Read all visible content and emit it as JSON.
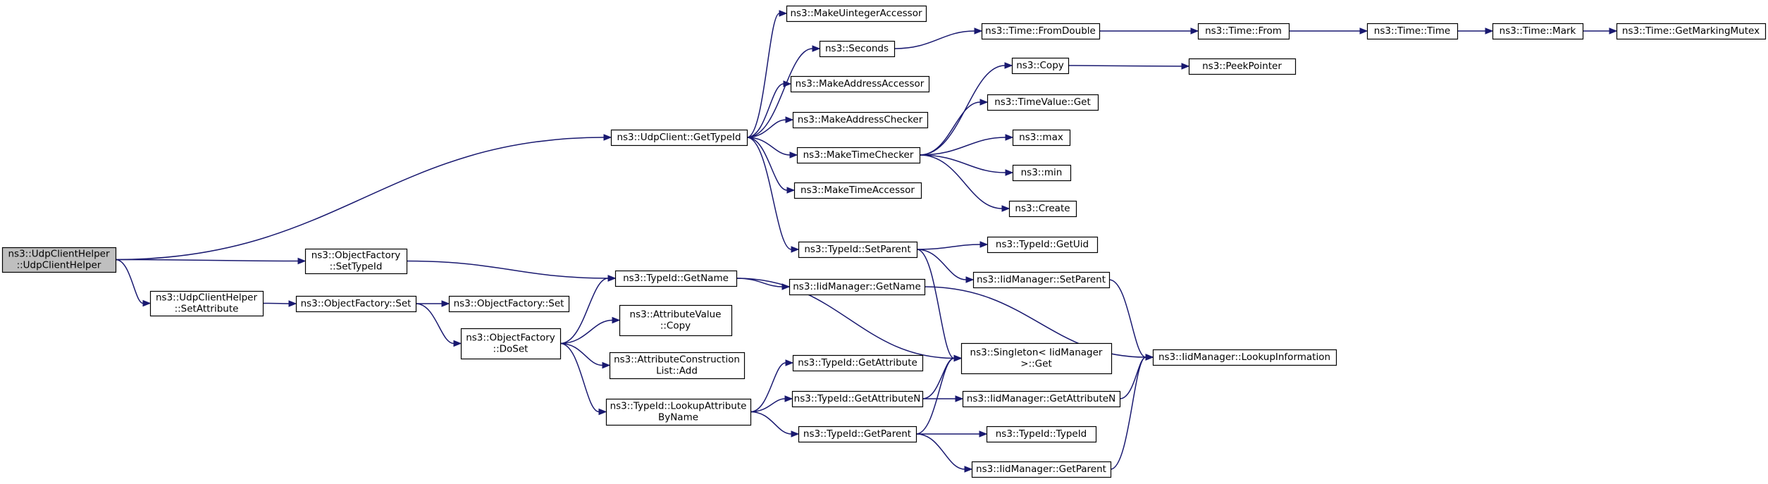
{
  "graph": {
    "nodes": [
      {
        "id": "root",
        "lines": [
          "ns3::UdpClientHelper",
          "::UdpClientHelper"
        ],
        "root": true
      },
      {
        "id": "of_settypeid",
        "lines": [
          "ns3::ObjectFactory",
          "::SetTypeId"
        ]
      },
      {
        "id": "uch_setattr",
        "lines": [
          "ns3::UdpClientHelper",
          "::SetAttribute"
        ]
      },
      {
        "id": "udpclient_gettypeid",
        "lines": [
          "ns3::UdpClient::GetTypeId"
        ]
      },
      {
        "id": "typeid_getname",
        "lines": [
          "ns3::TypeId::GetName"
        ]
      },
      {
        "id": "of_set",
        "lines": [
          "ns3::ObjectFactory::Set"
        ]
      },
      {
        "id": "of_set2",
        "lines": [
          "ns3::ObjectFactory::Set"
        ]
      },
      {
        "id": "of_doset",
        "lines": [
          "ns3::ObjectFactory",
          "::DoSet"
        ]
      },
      {
        "id": "make_uint_acc",
        "lines": [
          "ns3::MakeUintegerAccessor"
        ]
      },
      {
        "id": "seconds",
        "lines": [
          "ns3::Seconds"
        ]
      },
      {
        "id": "make_addr_acc",
        "lines": [
          "ns3::MakeAddressAccessor"
        ]
      },
      {
        "id": "make_addr_chk",
        "lines": [
          "ns3::MakeAddressChecker"
        ]
      },
      {
        "id": "make_time_chk",
        "lines": [
          "ns3::MakeTimeChecker"
        ]
      },
      {
        "id": "make_time_acc",
        "lines": [
          "ns3::MakeTimeAccessor"
        ]
      },
      {
        "id": "typeid_setparent",
        "lines": [
          "ns3::TypeId::SetParent"
        ]
      },
      {
        "id": "iid_getname",
        "lines": [
          "ns3::IidManager::GetName"
        ]
      },
      {
        "id": "attrval_copy",
        "lines": [
          "ns3::AttributeValue",
          "::Copy"
        ]
      },
      {
        "id": "attrcons_add",
        "lines": [
          "ns3::AttributeConstruction",
          "List::Add"
        ]
      },
      {
        "id": "lookup_attr",
        "lines": [
          "ns3::TypeId::LookupAttribute",
          "ByName"
        ]
      },
      {
        "id": "typeid_getattr",
        "lines": [
          "ns3::TypeId::GetAttribute"
        ]
      },
      {
        "id": "typeid_getattrn",
        "lines": [
          "ns3::TypeId::GetAttributeN"
        ]
      },
      {
        "id": "typeid_getparent",
        "lines": [
          "ns3::TypeId::GetParent"
        ]
      },
      {
        "id": "time_fromdouble",
        "lines": [
          "ns3::Time::FromDouble"
        ]
      },
      {
        "id": "copy",
        "lines": [
          "ns3::Copy"
        ]
      },
      {
        "id": "timevalue_get",
        "lines": [
          "ns3::TimeValue::Get"
        ]
      },
      {
        "id": "max",
        "lines": [
          "ns3::max"
        ]
      },
      {
        "id": "min",
        "lines": [
          "ns3::min"
        ]
      },
      {
        "id": "create",
        "lines": [
          "ns3::Create"
        ]
      },
      {
        "id": "typeid_getuid",
        "lines": [
          "ns3::TypeId::GetUid"
        ]
      },
      {
        "id": "iid_setparent",
        "lines": [
          "ns3::IidManager::SetParent"
        ]
      },
      {
        "id": "singleton_get",
        "lines": [
          "ns3::Singleton< IidManager",
          " >::Get"
        ]
      },
      {
        "id": "iid_getattrn",
        "lines": [
          "ns3::IidManager::GetAttributeN"
        ]
      },
      {
        "id": "typeid_typeid",
        "lines": [
          "ns3::TypeId::TypeId"
        ]
      },
      {
        "id": "iid_getparent",
        "lines": [
          "ns3::IidManager::GetParent"
        ]
      },
      {
        "id": "time_from",
        "lines": [
          "ns3::Time::From"
        ]
      },
      {
        "id": "peekpointer",
        "lines": [
          "ns3::PeekPointer"
        ]
      },
      {
        "id": "time_time",
        "lines": [
          "ns3::Time::Time"
        ]
      },
      {
        "id": "time_mark",
        "lines": [
          "ns3::Time::Mark"
        ]
      },
      {
        "id": "time_getmutex",
        "lines": [
          "ns3::Time::GetMarkingMutex"
        ]
      },
      {
        "id": "iid_lookupinfo",
        "lines": [
          "ns3::IidManager::LookupInformation"
        ]
      }
    ],
    "edges": [
      {
        "from": "root",
        "to": "udpclient_gettypeid"
      },
      {
        "from": "root",
        "to": "of_settypeid"
      },
      {
        "from": "root",
        "to": "uch_setattr"
      },
      {
        "from": "of_settypeid",
        "to": "typeid_getname"
      },
      {
        "from": "uch_setattr",
        "to": "of_set"
      },
      {
        "from": "of_set",
        "to": "of_set2"
      },
      {
        "from": "of_set",
        "to": "of_doset"
      },
      {
        "from": "udpclient_gettypeid",
        "to": "make_uint_acc"
      },
      {
        "from": "udpclient_gettypeid",
        "to": "seconds"
      },
      {
        "from": "udpclient_gettypeid",
        "to": "make_addr_acc"
      },
      {
        "from": "udpclient_gettypeid",
        "to": "make_addr_chk"
      },
      {
        "from": "udpclient_gettypeid",
        "to": "make_time_chk"
      },
      {
        "from": "udpclient_gettypeid",
        "to": "make_time_acc"
      },
      {
        "from": "udpclient_gettypeid",
        "to": "typeid_setparent"
      },
      {
        "from": "seconds",
        "to": "time_fromdouble"
      },
      {
        "from": "time_fromdouble",
        "to": "time_from"
      },
      {
        "from": "time_from",
        "to": "time_time"
      },
      {
        "from": "time_time",
        "to": "time_mark"
      },
      {
        "from": "time_mark",
        "to": "time_getmutex"
      },
      {
        "from": "make_time_chk",
        "to": "copy"
      },
      {
        "from": "make_time_chk",
        "to": "timevalue_get"
      },
      {
        "from": "make_time_chk",
        "to": "max"
      },
      {
        "from": "make_time_chk",
        "to": "min"
      },
      {
        "from": "make_time_chk",
        "to": "create"
      },
      {
        "from": "copy",
        "to": "peekpointer"
      },
      {
        "from": "typeid_setparent",
        "to": "typeid_getuid"
      },
      {
        "from": "typeid_setparent",
        "to": "iid_setparent"
      },
      {
        "from": "typeid_setparent",
        "to": "singleton_get"
      },
      {
        "from": "iid_setparent",
        "to": "iid_lookupinfo"
      },
      {
        "from": "typeid_getname",
        "to": "iid_getname"
      },
      {
        "from": "typeid_getname",
        "to": "singleton_get"
      },
      {
        "from": "iid_getname",
        "to": "iid_lookupinfo"
      },
      {
        "from": "of_doset",
        "to": "typeid_getname"
      },
      {
        "from": "of_doset",
        "to": "attrval_copy"
      },
      {
        "from": "of_doset",
        "to": "attrcons_add"
      },
      {
        "from": "of_doset",
        "to": "lookup_attr"
      },
      {
        "from": "lookup_attr",
        "to": "typeid_getattr"
      },
      {
        "from": "lookup_attr",
        "to": "typeid_getattrn"
      },
      {
        "from": "lookup_attr",
        "to": "typeid_getparent"
      },
      {
        "from": "typeid_getattrn",
        "to": "singleton_get"
      },
      {
        "from": "typeid_getattrn",
        "to": "iid_getattrn"
      },
      {
        "from": "iid_getattrn",
        "to": "iid_lookupinfo"
      },
      {
        "from": "typeid_getparent",
        "to": "singleton_get"
      },
      {
        "from": "typeid_getparent",
        "to": "typeid_typeid"
      },
      {
        "from": "typeid_getparent",
        "to": "iid_getparent"
      },
      {
        "from": "iid_getparent",
        "to": "iid_lookupinfo"
      }
    ]
  }
}
